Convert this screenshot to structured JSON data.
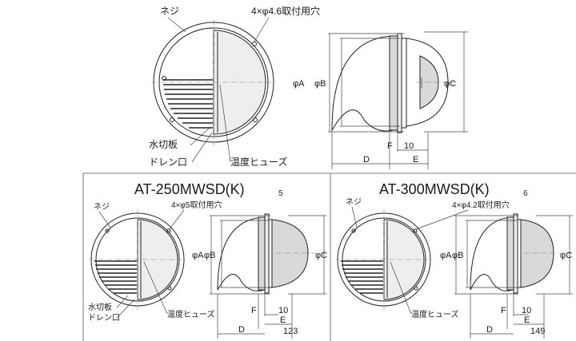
{
  "top": {
    "screw": "ネジ",
    "mount_holes": "4×φ4.6取付用穴",
    "water_plate": "水切板",
    "drain": "ドレン口",
    "fuse": "温度ヒューズ",
    "phiA": "φA",
    "phiB": "φB",
    "phiC": "φC",
    "F": "F",
    "ten": "10",
    "D": "D",
    "E": "E"
  },
  "left": {
    "title": "AT-250MWSD(K)",
    "title_sub": "5",
    "screw": "ネジ",
    "mount_holes": "4×φ5取付用穴",
    "water_plate": "水切板",
    "drain": "ドレン口",
    "fuse": "温度ヒューズ",
    "phiA": "φA",
    "phiB": "φB",
    "phiC": "φC",
    "F": "F",
    "ten": "10",
    "E": "E",
    "D": "D",
    "width": "123"
  },
  "right": {
    "title": "AT-300MWSD(K)",
    "title_sub": "6",
    "screw": "ネジ",
    "mount_holes": "4×φ4.2取付用穴",
    "fuse": "温度ヒューズ",
    "phiA": "φA",
    "phiB": "φB",
    "phiC": "φC",
    "F": "F",
    "ten": "10",
    "E": "E",
    "D": "D",
    "width": "149"
  }
}
